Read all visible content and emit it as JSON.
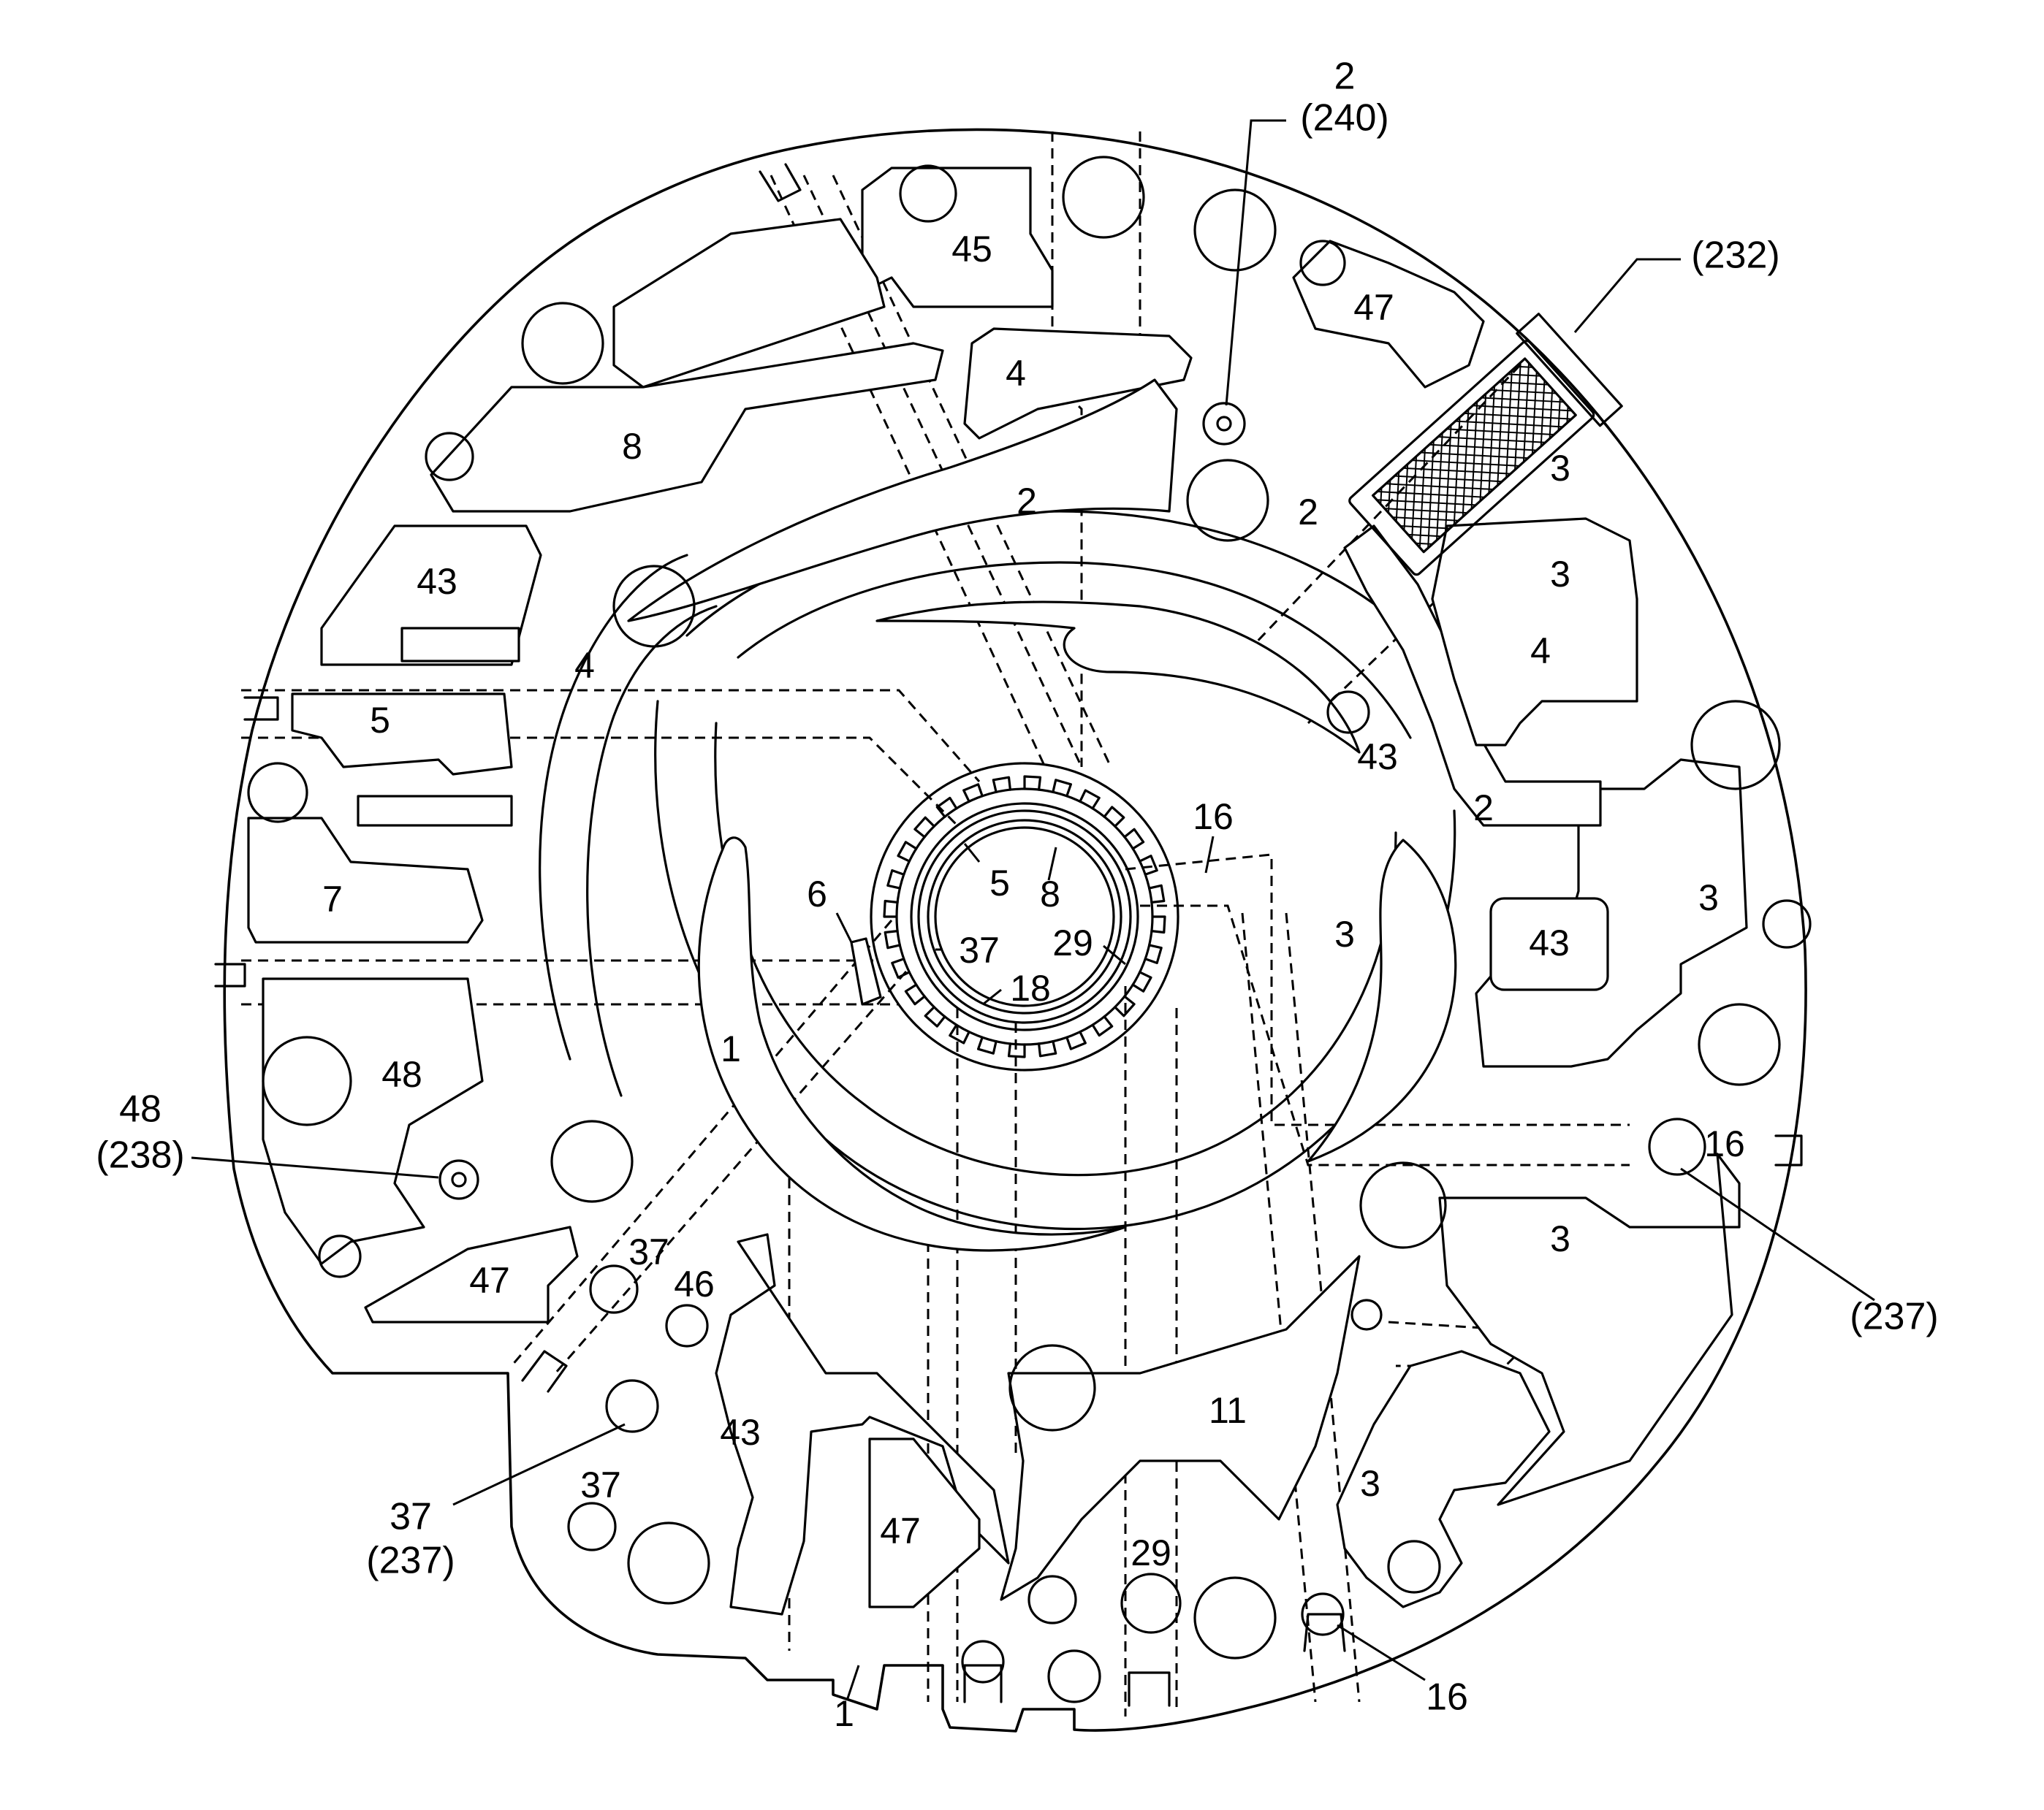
{
  "passage_labels": {
    "p45": "45",
    "p47_top": "47",
    "p4_top": "4",
    "p8": "8",
    "p2_upper": "2",
    "p2_screen": "2",
    "p3_right_top": "3",
    "p3_right_box": "3",
    "p4_right_box": "4",
    "p43_left_top": "43",
    "p4_left": "4",
    "p5_left": "5",
    "p43_mid": "43",
    "p2_right": "2",
    "p16_hub": "16",
    "p7": "7",
    "p5_hub": "5",
    "p8_hub": "8",
    "p6": "6",
    "p37_hub": "37",
    "p29_hub": "29",
    "p3_crescent": "3",
    "p43_box": "43",
    "p3_far_right": "3",
    "p18_hub": "18",
    "p1_center": "1",
    "p48": "48",
    "p16_ball": "16",
    "p3_lower_right": "3",
    "p37_low": "37",
    "p46": "46",
    "p47_left": "47",
    "p43_bottom": "43",
    "p11": "11",
    "p37_bottom": "37",
    "p47_bottom": "47",
    "p3_bottom": "3",
    "p29_bottom": "29",
    "p1_bottom": "1"
  },
  "callouts": {
    "c2_line1": "2",
    "c2_line2": "(240)",
    "c232": "(232)",
    "c48_line1": "48",
    "c48_line2": "(238)",
    "c237_right": "(237)",
    "c37_line1": "37",
    "c37_line2": "(237)",
    "c16_bottom": "16"
  }
}
